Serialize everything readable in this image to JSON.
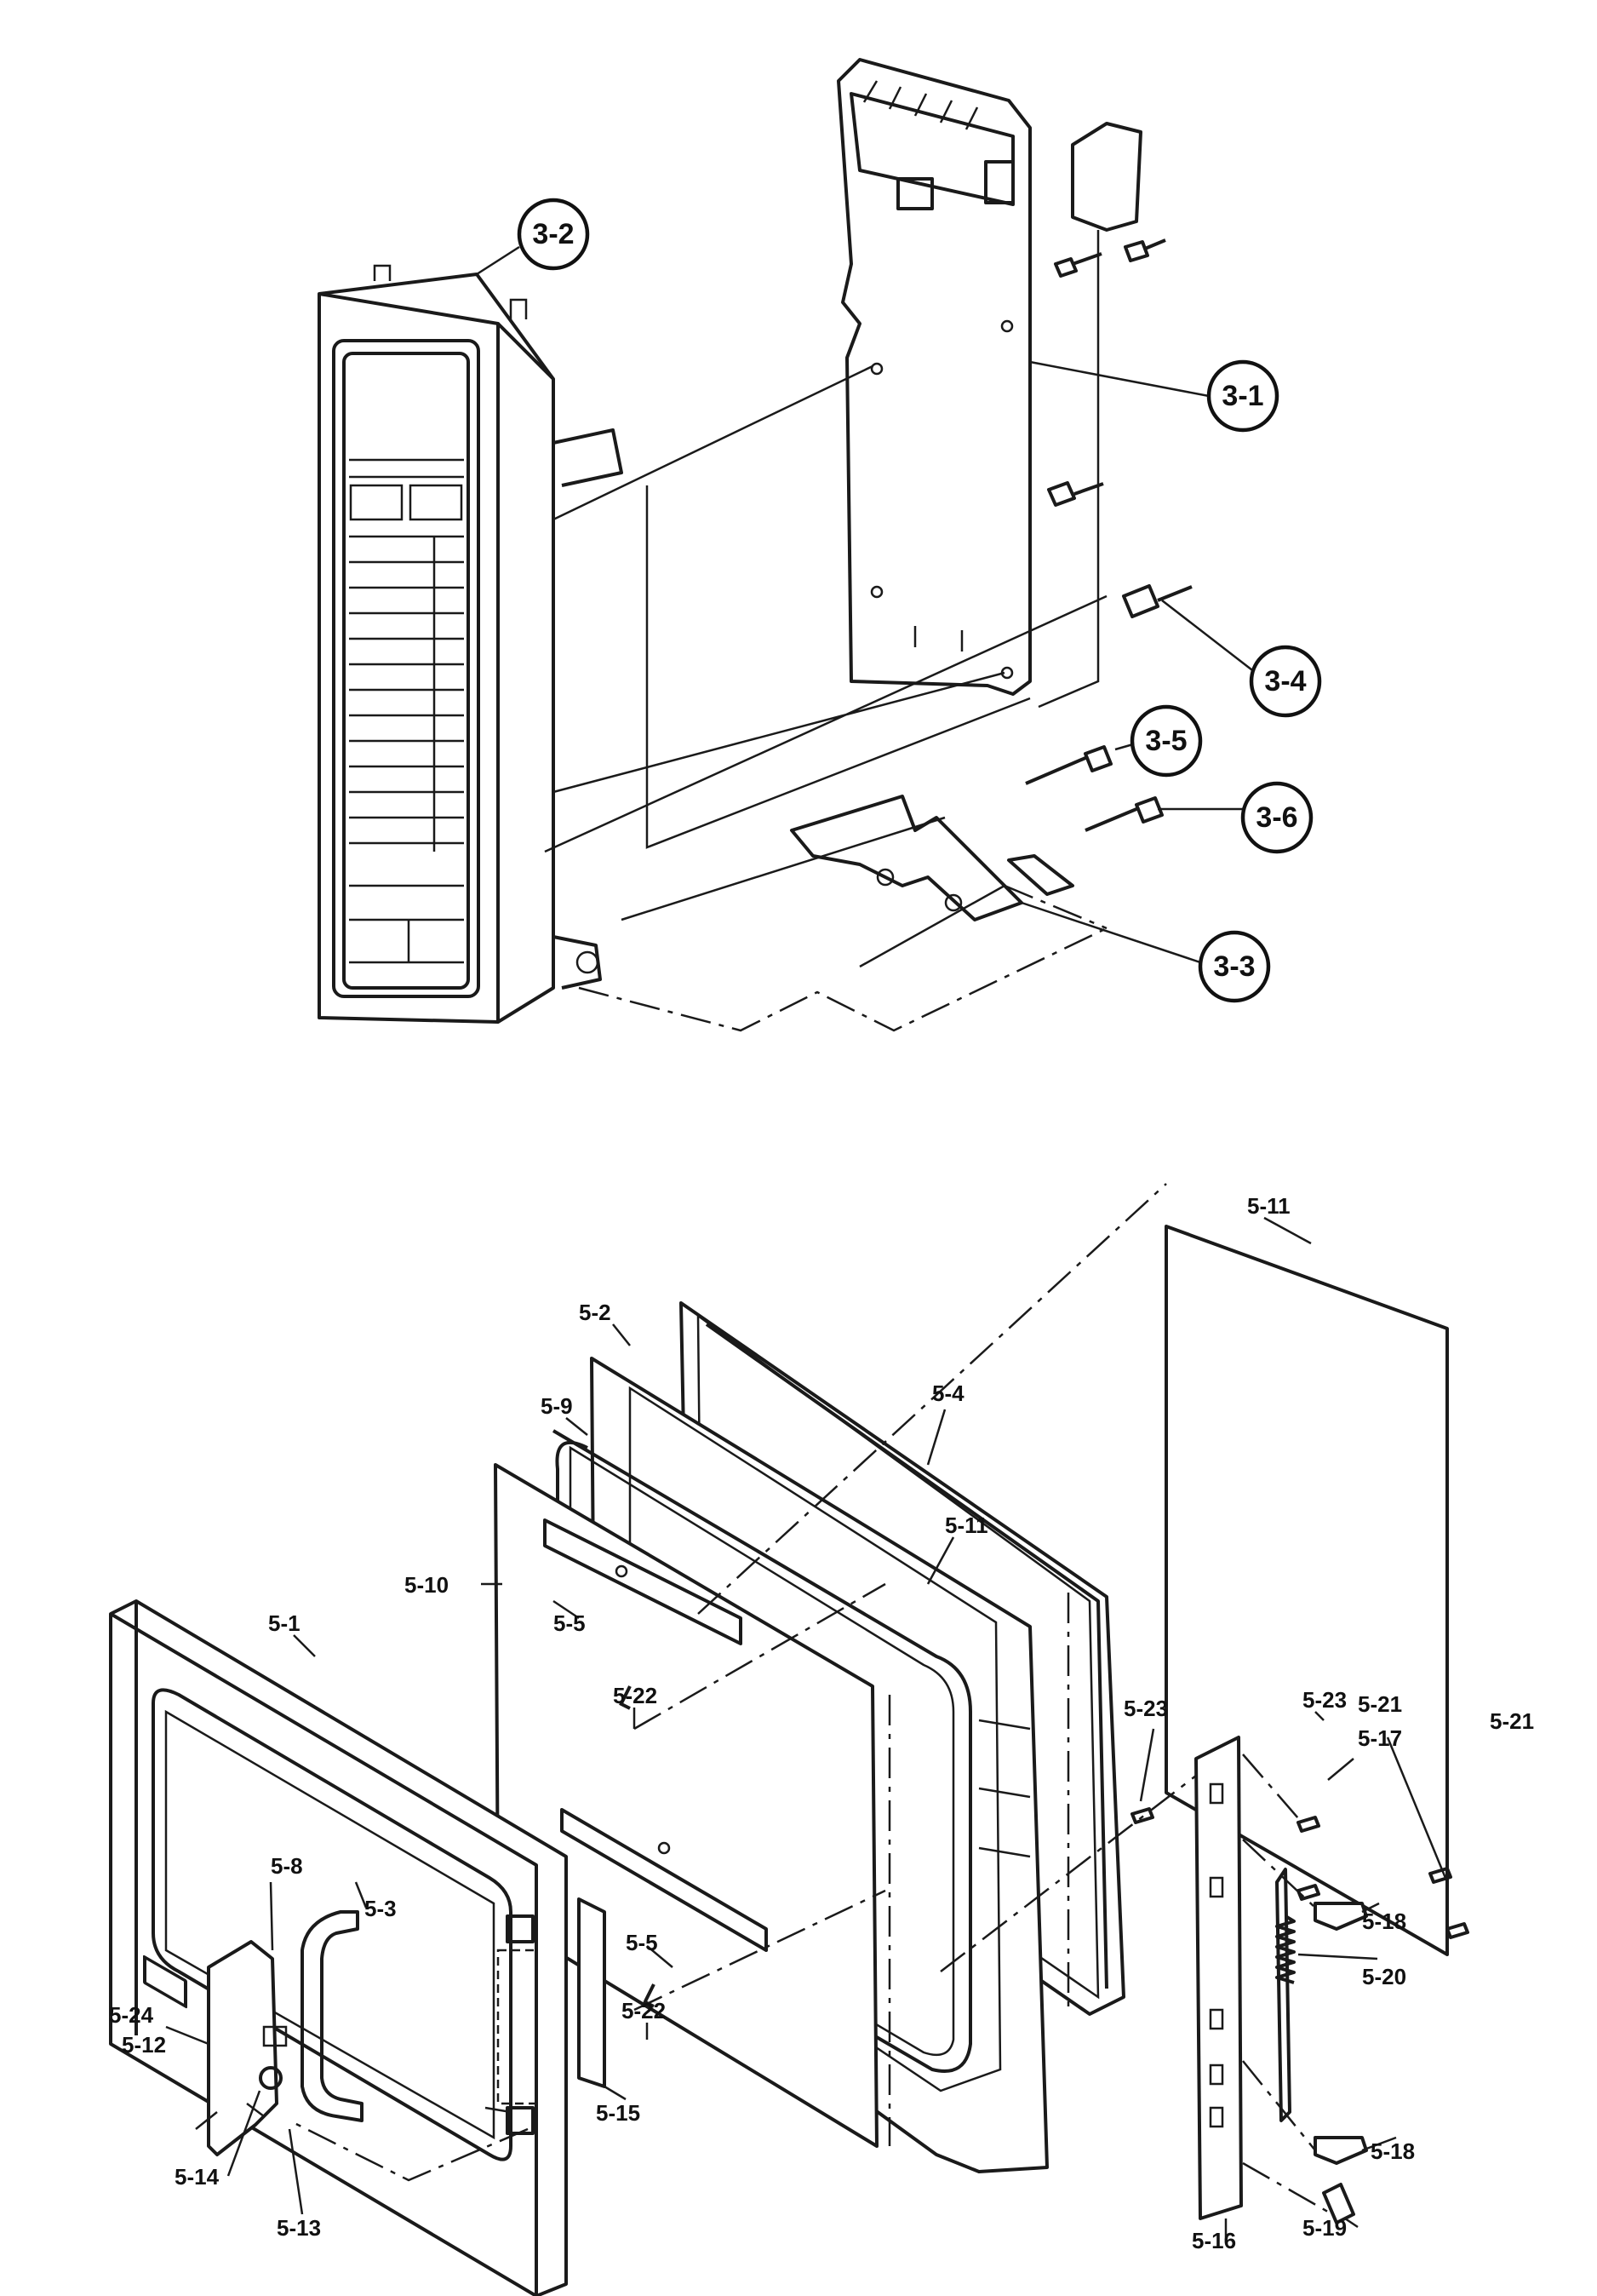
{
  "assembly_control_panel": {
    "labels": [
      "3-1",
      "3-2",
      "3-3",
      "3-4",
      "3-5",
      "3-6"
    ]
  },
  "assembly_door": {
    "labels": [
      "5-1",
      "5-2",
      "5-3",
      "5-4",
      "5-5",
      "5-5",
      "5-8",
      "5-9",
      "5-10",
      "5-11",
      "5-11",
      "5-12",
      "5-13",
      "5-14",
      "5-15",
      "5-16",
      "5-17",
      "5-18",
      "5-18",
      "5-19",
      "5-20",
      "5-21",
      "5-21",
      "5-22",
      "5-22",
      "5-23",
      "5-23",
      "5-24"
    ]
  }
}
